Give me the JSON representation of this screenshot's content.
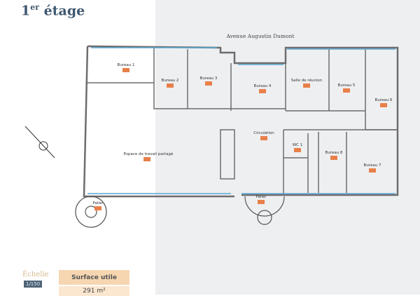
{
  "page": {
    "title": "1",
    "title_sup": "er",
    "title_rest": " étage"
  },
  "plan": {
    "street": "Avenue Augustin Dumont",
    "rooms": {
      "bureau1": "Bureau 1",
      "bureau2": "Bureau 2",
      "bureau3": "Bureau 3",
      "bureau4": "Bureau 4",
      "salle": "Salle de réunion",
      "bureau5": "Bureau 5",
      "bureau6": "Bureau 6",
      "espace": "Espace de travail partagé",
      "circulation": "Circulation",
      "wc1": "WC 1",
      "bureau8": "Bureau 8",
      "bureau7": "Bureau 7",
      "palier_left": "Palier",
      "palier": "Palier"
    }
  },
  "legend": {
    "scale_label": "Échelle",
    "scale_value": "1/150",
    "surface_label": "Surface utile",
    "surface_value": "291 m²"
  },
  "colors": {
    "wall": "#6d6d6d",
    "window": "#5aa9d6",
    "tag": "#e8804a"
  }
}
